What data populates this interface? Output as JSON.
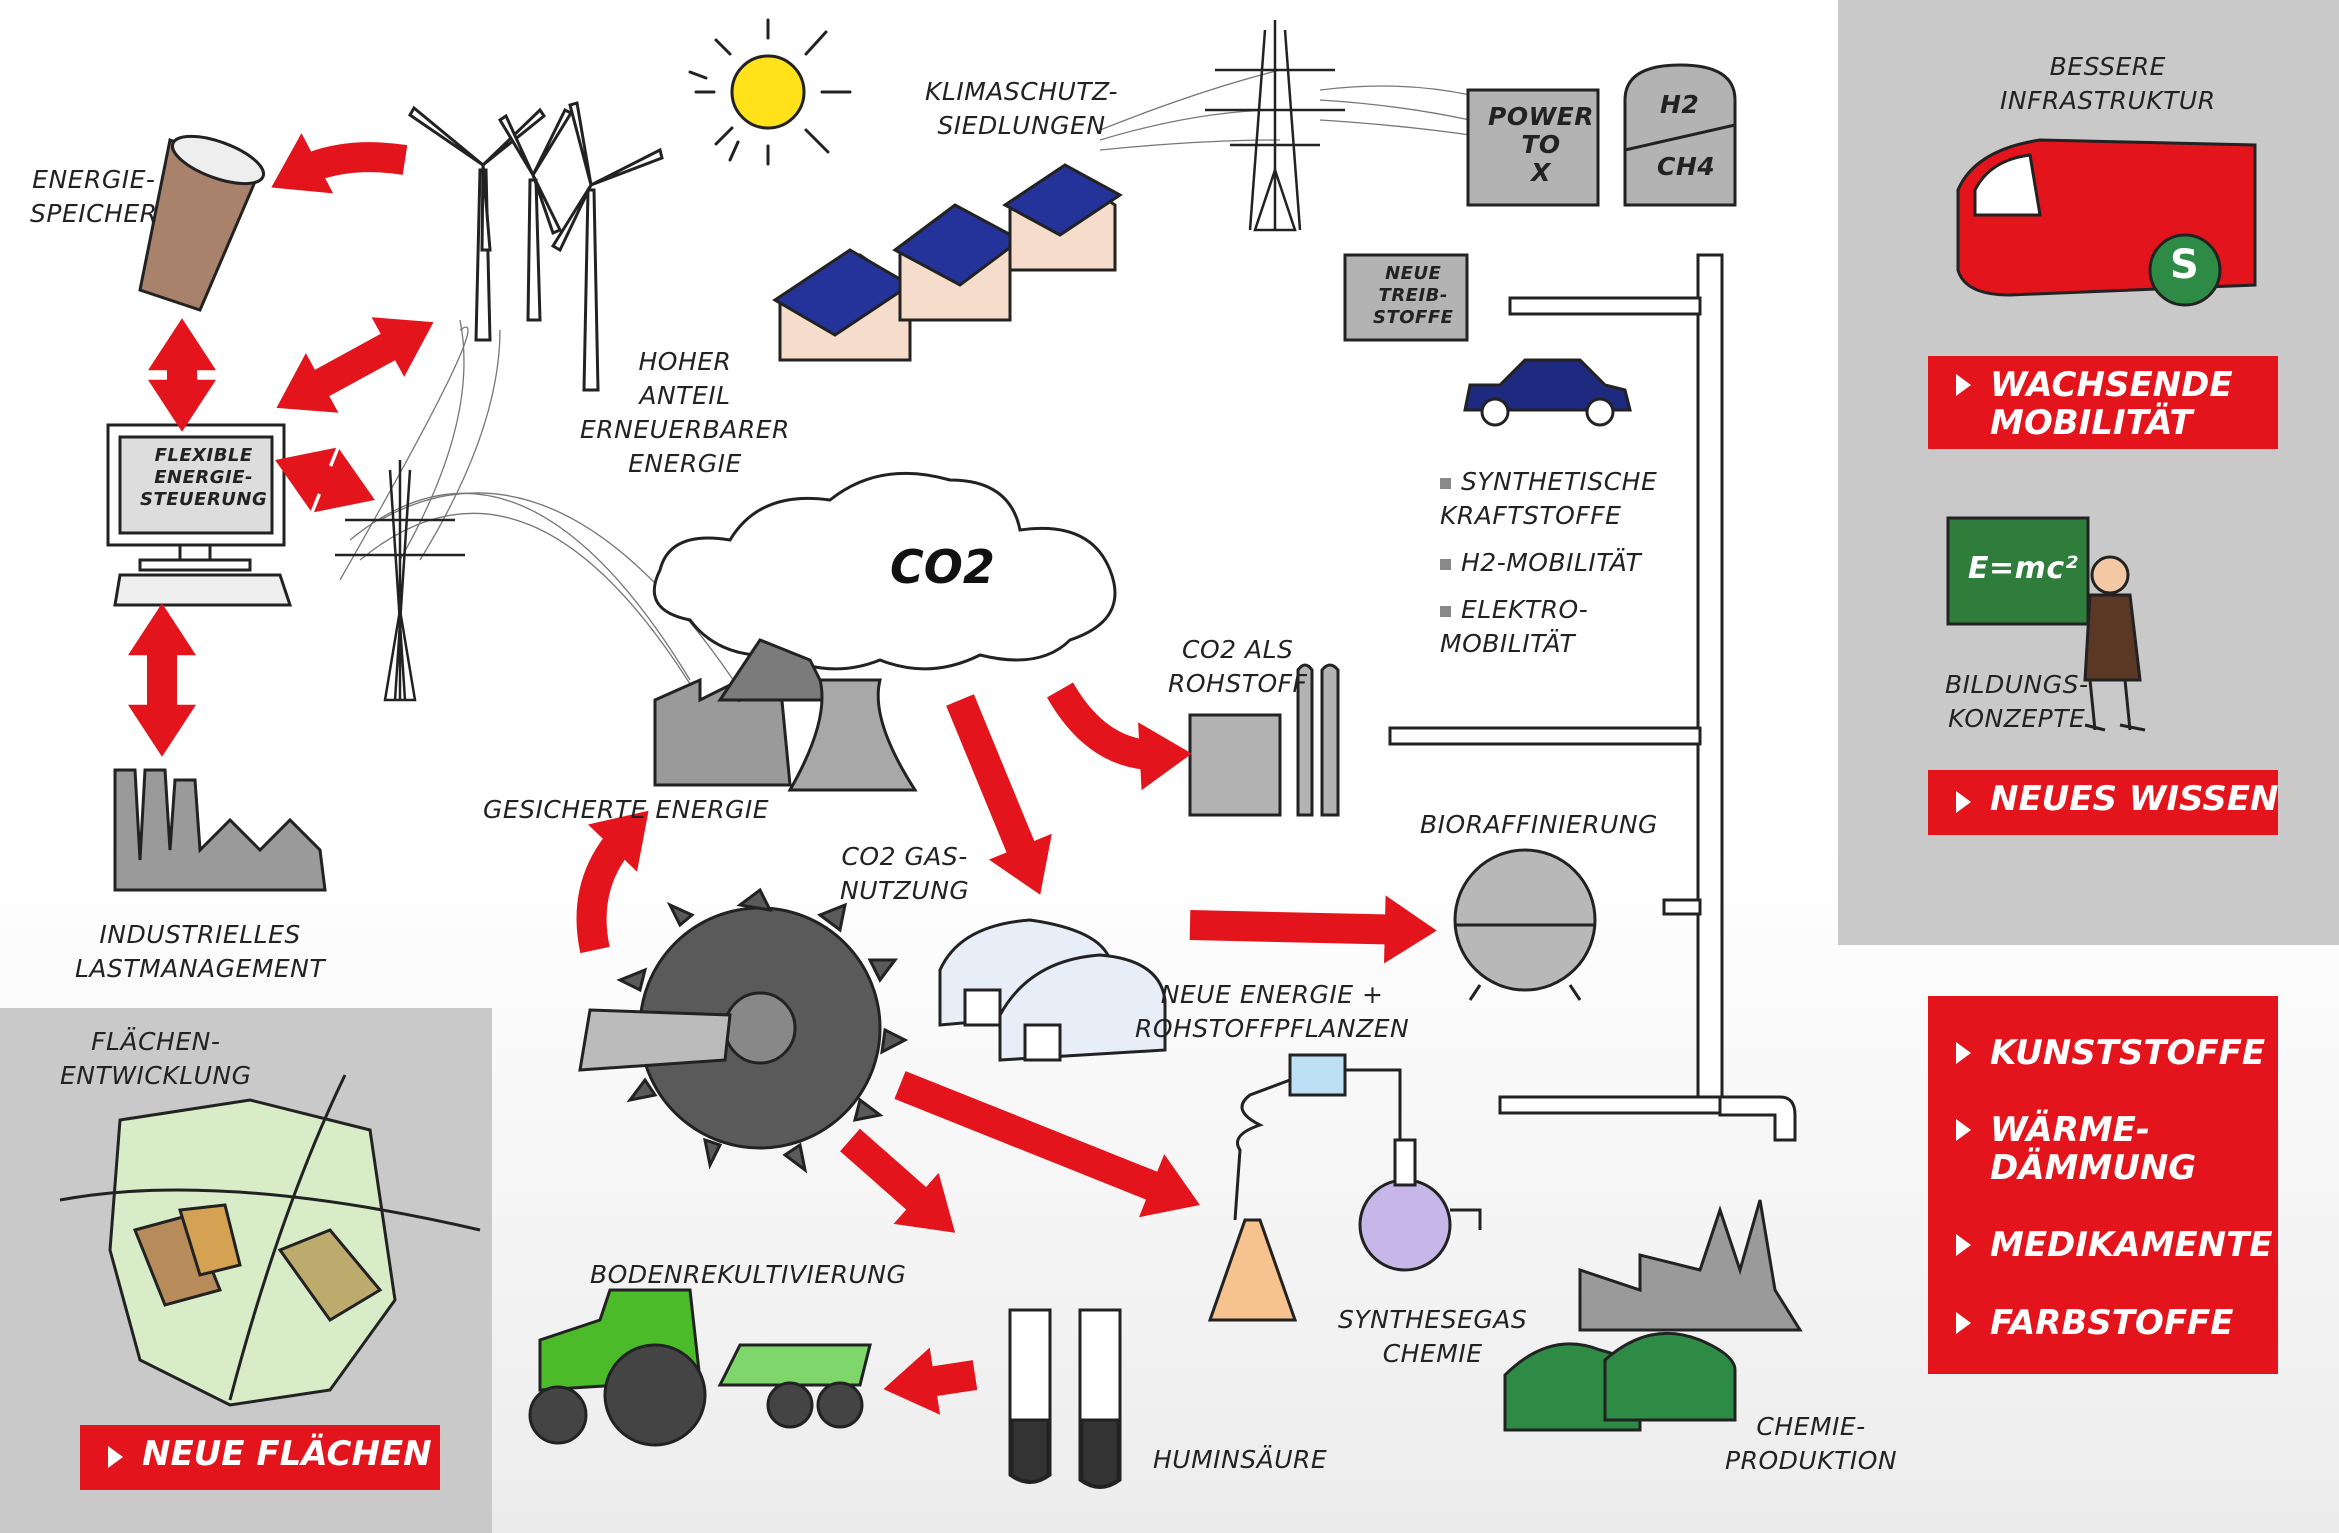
{
  "labels": {
    "energiespeicher": "ENERGIE-\nSPEICHER",
    "flexible": "FLEXIBLE\nENERGIE-\nSTEUERUNG",
    "industrielles": "INDUSTRIELLES\nLASTMANAGEMENT",
    "hoher_anteil": "HOHER\nANTEIL\nERNEUERBARER\nENERGIE",
    "klimaschutz": "KLIMASCHUTZ-\nSIEDLUNGEN",
    "power_to_x": "POWER\nTO\nX",
    "h2": "H2",
    "ch4": "CH4",
    "neue_treibstoffe": "NEUE\nTREIB-\nSTOFFE",
    "co2": "CO2",
    "co2_rohstoff": "CO2 ALS\nROHSTOFF",
    "gesicherte": "GESICHERTE ENERGIE",
    "co2_gas": "CO2 GAS-\nNUTZUNG",
    "bioraffinierung": "BIORAFFINIERUNG",
    "neue_energie": "NEUE ENERGIE +\nROHSTOFFPFLANZEN",
    "bodenrekultivierung": "BODENREKULTIVIERUNG",
    "huminsaeure": "HUMINSÄURE",
    "synthesegas": "SYNTHESEGAS\nCHEMIE",
    "chemie": "CHEMIE-\nPRODUKTION",
    "flaechen": "FLÄCHEN-\nENTWICKLUNG",
    "bessere": "BESSERE\nINFRASTRUKTUR",
    "bildung": "BILDUNGS-\nKONZEPTE",
    "formula": "E=mc²",
    "s_badge": "S"
  },
  "mobility_list": [
    "SYNTHETISCHE\nKRAFTSTOFFE",
    "H2-MOBILITÄT",
    "ELEKTRO-\nMOBILITÄT"
  ],
  "buttons": {
    "wachsende": "WACHSENDE\nMOBILITÄT",
    "wissen": "NEUES WISSEN",
    "flaechen": "NEUE FLÄCHEN"
  },
  "products": [
    "KUNSTSTOFFE",
    "WÄRME-\nDÄMMUNG",
    "MEDIKAMENTE",
    "FARBSTOFFE"
  ],
  "colors": {
    "accent_red": "#e3141b",
    "panel_gray": "#c9c9c9",
    "sun_yellow": "#ffe21a",
    "solar_blue": "#23339a",
    "car_blue": "#1e2a80",
    "tractor_green": "#4cbb2a"
  },
  "icons": {
    "sun": "sun-icon",
    "wind": "wind-turbine-icon",
    "battery": "battery-icon",
    "computer": "computer-icon",
    "factory": "factory-icon",
    "pylon": "power-pylon-icon",
    "houses": "solar-houses-icon",
    "cloud": "cloud-icon",
    "power_plant": "power-plant-icon",
    "excavator": "bucket-wheel-excavator-icon",
    "greenhouse": "greenhouse-icon",
    "tank": "spherical-tank-icon",
    "pipeline": "pipeline-icon",
    "car": "car-icon",
    "lab": "lab-glassware-icon",
    "test_tubes": "test-tubes-icon",
    "tractor": "tractor-icon",
    "biogas": "biogas-plant-icon",
    "train": "train-icon",
    "teacher": "teacher-chalkboard-icon",
    "map": "area-map-icon"
  }
}
